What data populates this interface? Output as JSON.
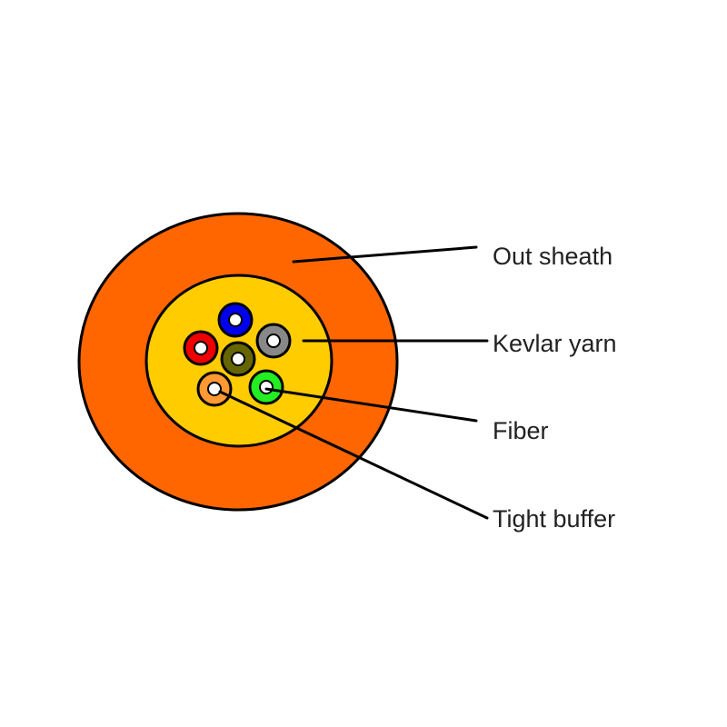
{
  "colors": {
    "sheath": "#ff6600",
    "kevlar": "#ffcc00",
    "outline": "#000000",
    "fiber_core": "#ffffff"
  },
  "labels": {
    "out_sheath": "Out sheath",
    "kevlar_yarn": "Kevlar yarn",
    "fiber": "Fiber",
    "tight_buffer": "Tight buffer"
  },
  "buffers": [
    {
      "name": "blue",
      "color": "#0000ee"
    },
    {
      "name": "grey",
      "color": "#888888"
    },
    {
      "name": "red",
      "color": "#ee0000"
    },
    {
      "name": "olive",
      "color": "#666600"
    },
    {
      "name": "orange",
      "color": "#ff9933"
    },
    {
      "name": "green",
      "color": "#22ee22"
    }
  ]
}
